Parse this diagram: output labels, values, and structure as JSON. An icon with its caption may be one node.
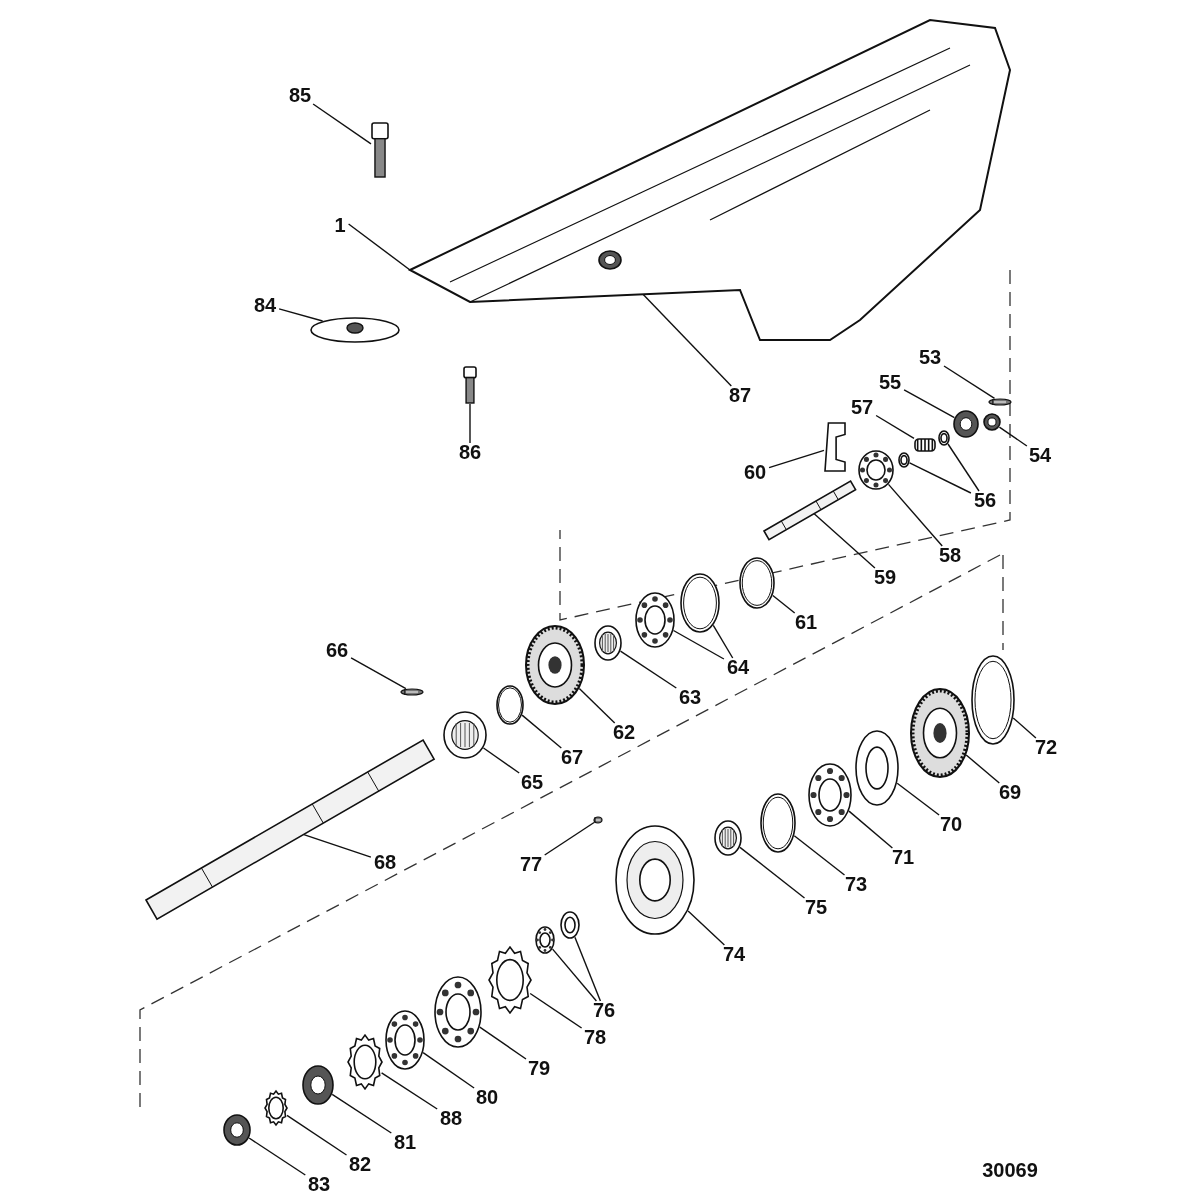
{
  "diagram": {
    "nodes": [
      {
        "text": [
          "85"
        ]
      },
      {
        "text": [],
        "shape": "picture"
      },
      {
        "text": [
          "1"
        ]
      },
      {
        "text": [],
        "shape": "picture"
      },
      {
        "text": [
          "84"
        ]
      },
      {
        "text": [],
        "shape": "picture"
      },
      {
        "text": [
          "86"
        ]
      },
      {
        "text": [],
        "shape": "picture"
      },
      {
        "text": [
          "87"
        ]
      },
      {
        "text": [],
        "shape": "picture",
        "in": 3
      },
      {
        "text": [
          "53"
        ]
      },
      {
        "text": [],
        "shape": "picture"
      },
      {
        "text": [
          "55"
        ]
      },
      {
        "text": [],
        "shape": "picture"
      },
      {
        "text": [
          "57"
        ]
      },
      {
        "text": [],
        "shape": "picture"
      },
      {
        "text": [
          "54"
        ]
      },
      {
        "text": [],
        "shape": "picture"
      },
      {
        "text": [
          "60"
        ]
      },
      {
        "text": [],
        "shape": "picture"
      },
      {
        "text": [
          "56"
        ]
      },
      {
        "text": [],
        "shape": "picture"
      },
      {
        "text": [],
        "shape": "picture"
      },
      {
        "text": [
          "58"
        ]
      },
      {
        "text": [],
        "shape": "picture"
      },
      {
        "text": [
          "59"
        ]
      },
      {
        "text": [],
        "shape": "picture"
      },
      {
        "text": [
          "61"
        ]
      },
      {
        "text": [],
        "shape": "picture"
      },
      {
        "text": [
          "64"
        ]
      },
      {
        "text": [],
        "shape": "picture"
      },
      {
        "text": [],
        "shape": "picture"
      },
      {
        "text": [
          "66"
        ]
      },
      {
        "text": [],
        "shape": "picture"
      },
      {
        "text": [
          "63"
        ]
      },
      {
        "text": [],
        "shape": "picture"
      },
      {
        "text": [
          "62"
        ]
      },
      {
        "text": [],
        "shape": "picture"
      },
      {
        "text": [
          "67"
        ]
      },
      {
        "text": [],
        "shape": "picture"
      },
      {
        "text": [
          "65"
        ]
      },
      {
        "text": [],
        "shape": "picture"
      },
      {
        "text": [
          "72"
        ]
      },
      {
        "text": [],
        "shape": "picture"
      },
      {
        "text": [
          "69"
        ]
      },
      {
        "text": [],
        "shape": "picture"
      },
      {
        "text": [
          "70"
        ]
      },
      {
        "text": [],
        "shape": "picture"
      },
      {
        "text": [
          "68"
        ]
      },
      {
        "text": [],
        "shape": "picture"
      },
      {
        "text": [
          "71"
        ]
      },
      {
        "text": [],
        "shape": "picture"
      },
      {
        "text": [
          "77"
        ]
      },
      {
        "text": [],
        "shape": "picture"
      },
      {
        "text": [
          "73"
        ]
      },
      {
        "text": [],
        "shape": "picture"
      },
      {
        "text": [
          "75"
        ]
      },
      {
        "text": [],
        "shape": "picture"
      },
      {
        "text": [
          "74"
        ]
      },
      {
        "text": [],
        "shape": "picture"
      },
      {
        "text": [
          "76"
        ]
      },
      {
        "text": [],
        "shape": "picture"
      },
      {
        "text": [],
        "shape": "picture"
      },
      {
        "text": [
          "78"
        ]
      },
      {
        "text": [],
        "shape": "picture"
      },
      {
        "text": [
          "79"
        ]
      },
      {
        "text": [],
        "shape": "picture"
      },
      {
        "text": [
          "80"
        ]
      },
      {
        "text": [],
        "shape": "picture"
      },
      {
        "text": [
          "88"
        ]
      },
      {
        "text": [],
        "shape": "picture"
      },
      {
        "text": [
          "81"
        ]
      },
      {
        "text": [],
        "shape": "picture"
      },
      {
        "text": [
          "82"
        ]
      },
      {
        "text": [],
        "shape": "picture"
      },
      {
        "text": [
          "83"
        ]
      },
      {
        "text": [],
        "shape": "picture"
      }
    ],
    "edges": [
      {
        "from": 0,
        "to": 1,
        "arrow": "none"
      },
      {
        "from": 2,
        "to": 3,
        "arrow": "none"
      },
      {
        "from": 4,
        "to": 5,
        "arrow": "none"
      },
      {
        "from": 6,
        "to": 7,
        "arrow": "none"
      },
      {
        "from": 8,
        "to": 9,
        "arrow": "none"
      },
      {
        "from": 10,
        "to": 11,
        "arrow": "none"
      },
      {
        "from": 12,
        "to": 13,
        "arrow": "none"
      },
      {
        "from": 14,
        "to": 15,
        "arrow": "none"
      },
      {
        "from": 16,
        "to": 17,
        "arrow": "none"
      },
      {
        "from": 18,
        "to": 19,
        "arrow": "none"
      },
      {
        "from": 20,
        "to": 21,
        "arrow": "none"
      },
      {
        "from": 20,
        "to": 22,
        "arrow": "none"
      },
      {
        "from": 23,
        "to": 24,
        "arrow": "none"
      },
      {
        "from": 25,
        "to": 26,
        "arrow": "none"
      },
      {
        "from": 27,
        "to": 28,
        "arrow": "none"
      },
      {
        "from": 29,
        "to": 30,
        "arrow": "none"
      },
      {
        "from": 29,
        "to": 31,
        "arrow": "none"
      },
      {
        "from": 32,
        "to": 33,
        "arrow": "none"
      },
      {
        "from": 34,
        "to": 35,
        "arrow": "none"
      },
      {
        "from": 36,
        "to": 37,
        "arrow": "none"
      },
      {
        "from": 38,
        "to": 39,
        "arrow": "none"
      },
      {
        "from": 40,
        "to": 41,
        "arrow": "none"
      },
      {
        "from": 42,
        "to": 43,
        "arrow": "none"
      },
      {
        "from": 44,
        "to": 45,
        "arrow": "none"
      },
      {
        "from": 46,
        "to": 47,
        "arrow": "none"
      },
      {
        "from": 48,
        "to": 49,
        "arrow": "none"
      },
      {
        "from": 50,
        "to": 51,
        "arrow": "none"
      },
      {
        "from": 52,
        "to": 53,
        "arrow": "none"
      },
      {
        "from": 54,
        "to": 55,
        "arrow": "none"
      },
      {
        "from": 56,
        "to": 57,
        "arrow": "none"
      },
      {
        "from": 58,
        "to": 59,
        "arrow": "none"
      },
      {
        "from": 60,
        "to": 61,
        "arrow": "none"
      },
      {
        "from": 60,
        "to": 62,
        "arrow": "none"
      },
      {
        "from": 63,
        "to": 64,
        "arrow": "none"
      },
      {
        "from": 65,
        "to": 66,
        "arrow": "none"
      },
      {
        "from": 67,
        "to": 68,
        "arrow": "none"
      },
      {
        "from": 69,
        "to": 70,
        "arrow": "none"
      },
      {
        "from": 71,
        "to": 72,
        "arrow": "none"
      },
      {
        "from": 73,
        "to": 74,
        "arrow": "none"
      },
      {
        "from": 75,
        "to": 76,
        "arrow": "none"
      }
    ],
    "labels": [
      "30069"
    ]
  }
}
